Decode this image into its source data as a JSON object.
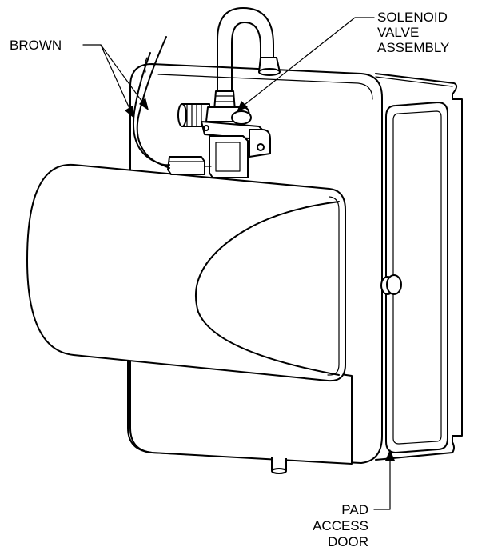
{
  "labels": {
    "brown": "BROWN",
    "solenoid": [
      "SOLENOID",
      "VALVE",
      "ASSEMBLY"
    ],
    "pad_access_door": [
      "PAD",
      "ACCESS",
      "DOOR"
    ]
  },
  "colors": {
    "line": "#000000",
    "background": "#ffffff"
  }
}
